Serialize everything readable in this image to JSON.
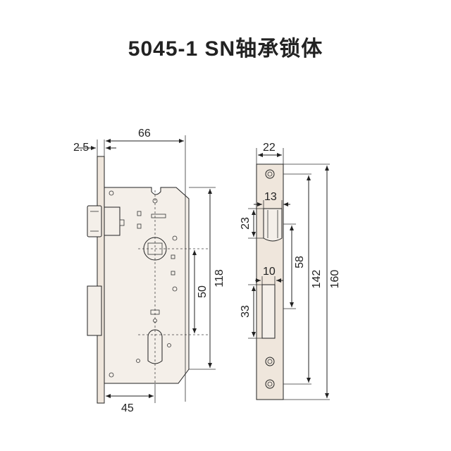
{
  "title": "5045-1 SN轴承锁体",
  "dimensions": {
    "left_view": {
      "faceplate_thickness": "2.5",
      "backset_width": "66",
      "height": "118",
      "handle_to_cylinder": "50",
      "cylinder_backset": "45"
    },
    "right_view": {
      "faceplate_width": "22",
      "latch_width": "13",
      "latch_height": "23",
      "deadbolt_width": "10",
      "deadbolt_height": "33",
      "center_distance": "58",
      "screw_distance": "142",
      "faceplate_height": "160"
    }
  },
  "colors": {
    "line": "#222222",
    "body_fill": "#f4efe9",
    "faceplate_fill": "#efe6dc"
  }
}
